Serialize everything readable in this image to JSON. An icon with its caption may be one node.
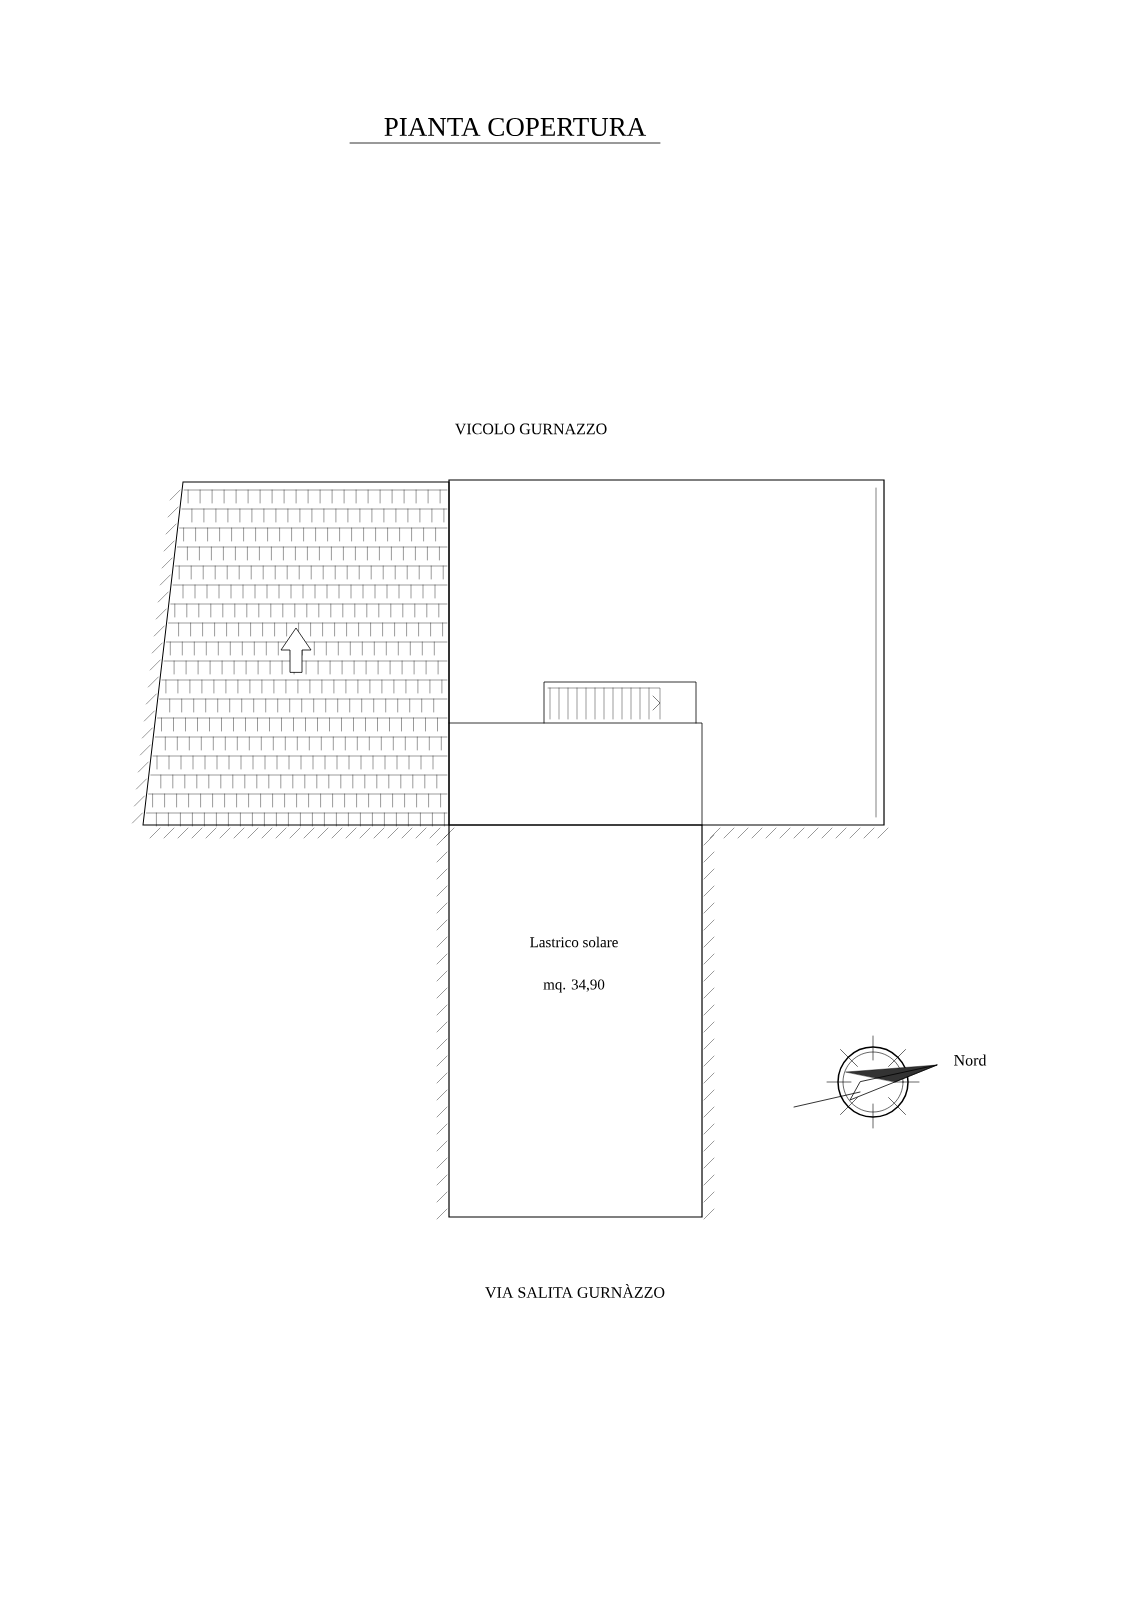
{
  "diagram": {
    "title": "PIANTA COPERTURA",
    "nodes": [
      {
        "text": [
          "Lastrico solare",
          "mq. 34,90"
        ]
      }
    ],
    "edges": [],
    "labels": [
      "VICOLO GURNAZZO",
      "Nord",
      "VIA SALITA GURNÀZZO"
    ]
  }
}
